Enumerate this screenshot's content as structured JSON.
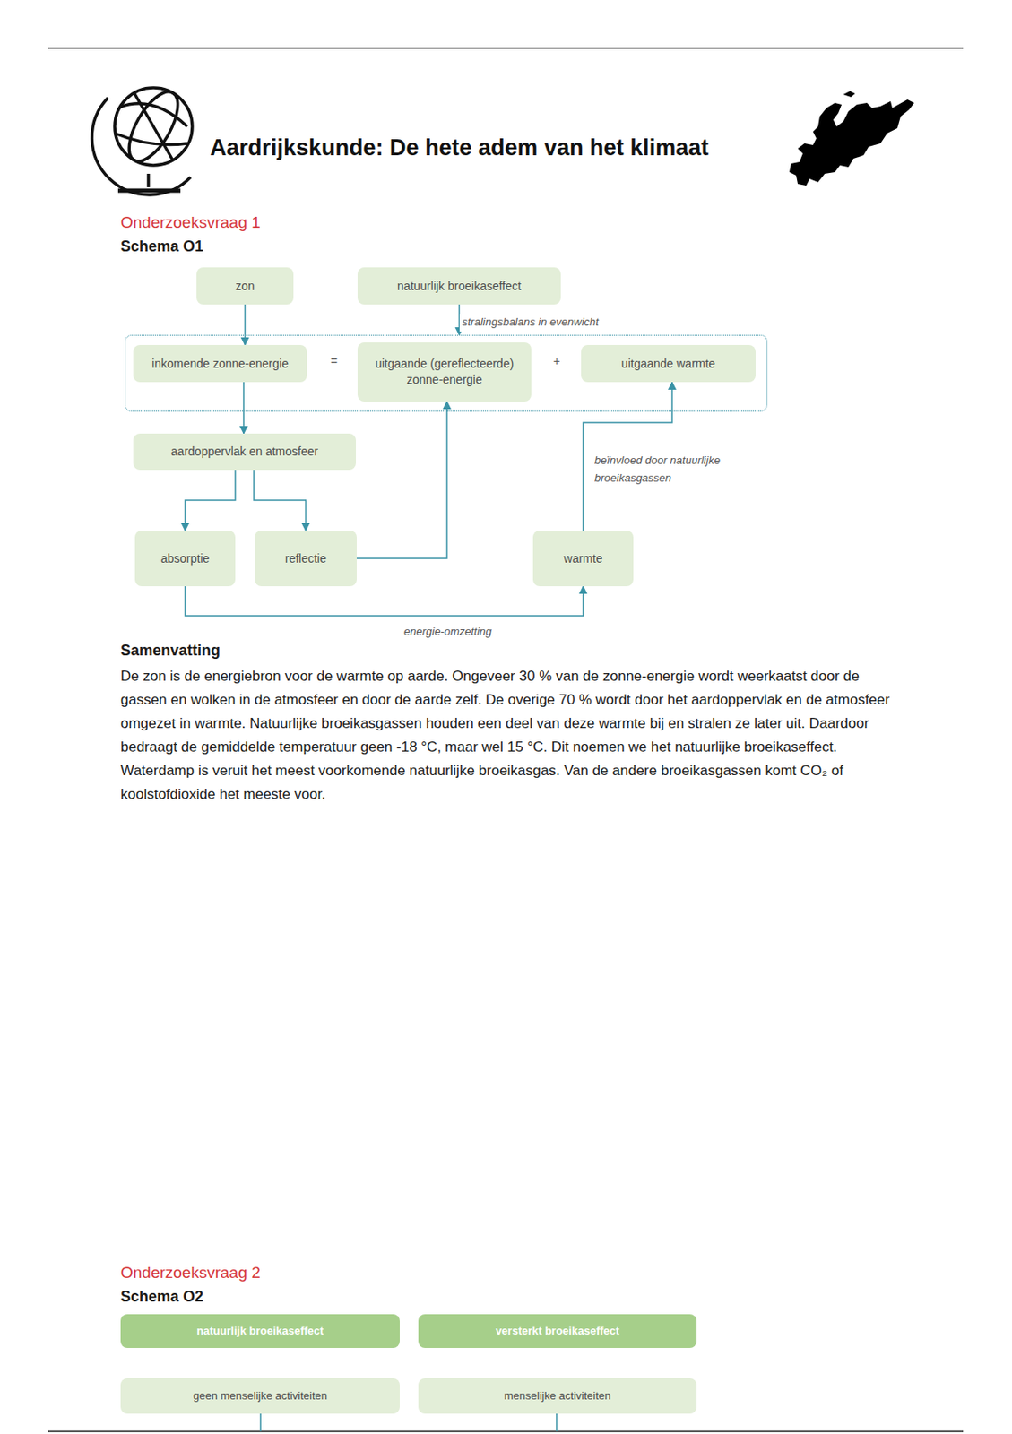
{
  "diagram": {
    "title": "Aardrijkskunde: De hete adem van het klimaat",
    "nodes": [
      {
        "text": [
          "zon"
        ]
      },
      {
        "text": [
          "natuurlijk broeikaseffect"
        ]
      },
      {
        "text": []
      },
      {
        "text": [
          "inkomende zonne-energie"
        ],
        "in": 2
      },
      {
        "text": [
          "uitgaande (gereflecteerde) zonne-energie"
        ],
        "in": 2
      },
      {
        "text": [
          "uitgaande warmte"
        ],
        "in": 2
      },
      {
        "text": [
          "aardoppervlak en atmosfeer"
        ]
      },
      {
        "text": [
          "absorptie"
        ]
      },
      {
        "text": [
          "reflectie"
        ]
      },
      {
        "text": [
          "warmte"
        ]
      },
      {
        "text": [
          "natuurlijk broeikaseffect"
        ]
      },
      {
        "text": [
          "versterkt broeikaseffect"
        ]
      },
      {
        "text": [
          "geen menselijke activiteiten"
        ]
      },
      {
        "text": [
          "menselijke activiteiten"
        ]
      }
    ],
    "edges": [
      {
        "from": 0,
        "to": 3,
        "arrow": "to"
      },
      {
        "from": 1,
        "to": 2,
        "label": "stralingsbalans in evenwicht",
        "arrow": "to"
      },
      {
        "from": 3,
        "to": 6,
        "arrow": "to"
      },
      {
        "from": 6,
        "to": 7,
        "arrow": "to"
      },
      {
        "from": 6,
        "to": 8,
        "arrow": "to"
      },
      {
        "from": 8,
        "to": 4,
        "arrow": "to"
      },
      {
        "from": 9,
        "to": 5,
        "label": "beïnvloed door natuurlijke broeikasgassen",
        "arrow": "to"
      },
      {
        "from": 7,
        "to": 9,
        "label": "energie-omzetting",
        "arrow": "to"
      }
    ],
    "labels": [
      "Onderzoeksvraag 1",
      "Schema O1",
      "=",
      "+",
      "Samenvatting",
      "De zon is de energiebron voor de warmte op aarde. Ongeveer 30 % van de zonne-energie wordt weerkaatst door de gassen en wolken in de atmosfeer en door de aarde zelf. De overige 70 % wordt door het aardoppervlak en de atmosfeer omgezet in warmte. Natuurlijke broeikasgassen houden een deel van deze warmte bij en stralen ze later uit. Daardoor bedraagt de gemiddelde temperatuur geen -18 °C, maar wel 15 °C. Dit noemen we het natuurlijke broeikaseffect.",
      "Waterdamp is veruit het meest voorkomende natuurlijke broeikasgas. Van de andere broeikasgassen komt CO₂ of koolstofdioxide het meeste voor.",
      "Onderzoeksvraag 2",
      "Schema O2"
    ]
  }
}
